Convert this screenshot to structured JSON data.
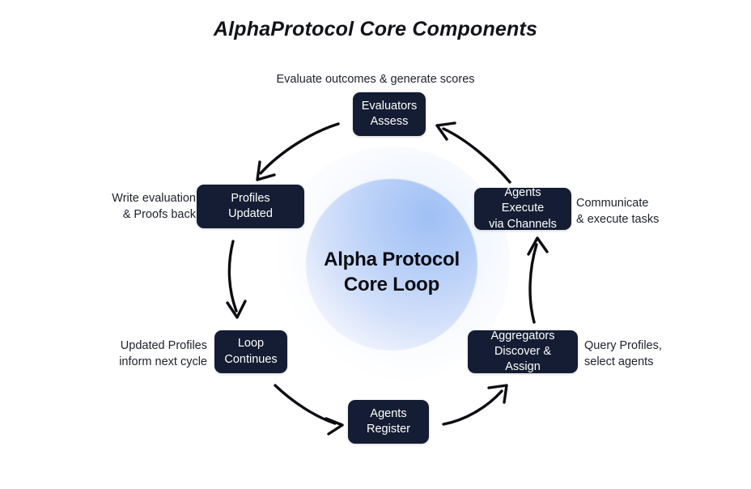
{
  "title": "AlphaProtocol Core Components",
  "center": {
    "label": "Alpha Protocol\nCore Loop"
  },
  "nodes": [
    {
      "id": "evaluators",
      "label": "Evaluators\nAssess"
    },
    {
      "id": "profiles",
      "label": "Profiles\nUpdated"
    },
    {
      "id": "execute",
      "label": "Agents Execute\nvia Channels"
    },
    {
      "id": "loop",
      "label": "Loop\nContinues"
    },
    {
      "id": "aggregators",
      "label": "Aggregators\nDiscover & Assign"
    },
    {
      "id": "register",
      "label": "Agents\nRegister"
    }
  ],
  "captions": {
    "top": "Evaluate outcomes & generate scores",
    "left_upper": "Write evaluation\n& Proofs back",
    "right_upper": "Communicate\n& execute tasks",
    "left_lower": "Updated Profiles\ninform next cycle",
    "right_lower": "Query Profiles,\nselect agents"
  },
  "colors": {
    "node_fill": "#141d33",
    "node_text": "#ffffff",
    "arrow": "#0c0d10",
    "background": "#ffffff",
    "blob_blue": "#9fc0f5",
    "title_text": "#111318",
    "caption_text": "#20242c"
  },
  "chart_data": {
    "type": "diagram",
    "layout": "cycle",
    "direction": "counter-clockwise",
    "title": "AlphaProtocol Core Components",
    "center_node": "Alpha Protocol Core Loop",
    "steps": [
      {
        "node": "Agents Register",
        "annotation": ""
      },
      {
        "node": "Aggregators Discover & Assign",
        "annotation": "Query Profiles, select agents"
      },
      {
        "node": "Agents Execute via Channels",
        "annotation": "Communicate & execute tasks"
      },
      {
        "node": "Evaluators Assess",
        "annotation": "Evaluate outcomes & generate scores"
      },
      {
        "node": "Profiles Updated",
        "annotation": "Write evaluation & Proofs back"
      },
      {
        "node": "Loop Continues",
        "annotation": "Updated Profiles inform next cycle"
      }
    ],
    "edges": [
      {
        "from": "Agents Register",
        "to": "Aggregators Discover & Assign"
      },
      {
        "from": "Aggregators Discover & Assign",
        "to": "Agents Execute via Channels"
      },
      {
        "from": "Agents Execute via Channels",
        "to": "Evaluators Assess"
      },
      {
        "from": "Evaluators Assess",
        "to": "Profiles Updated"
      },
      {
        "from": "Profiles Updated",
        "to": "Loop Continues"
      },
      {
        "from": "Loop Continues",
        "to": "Agents Register"
      }
    ]
  }
}
